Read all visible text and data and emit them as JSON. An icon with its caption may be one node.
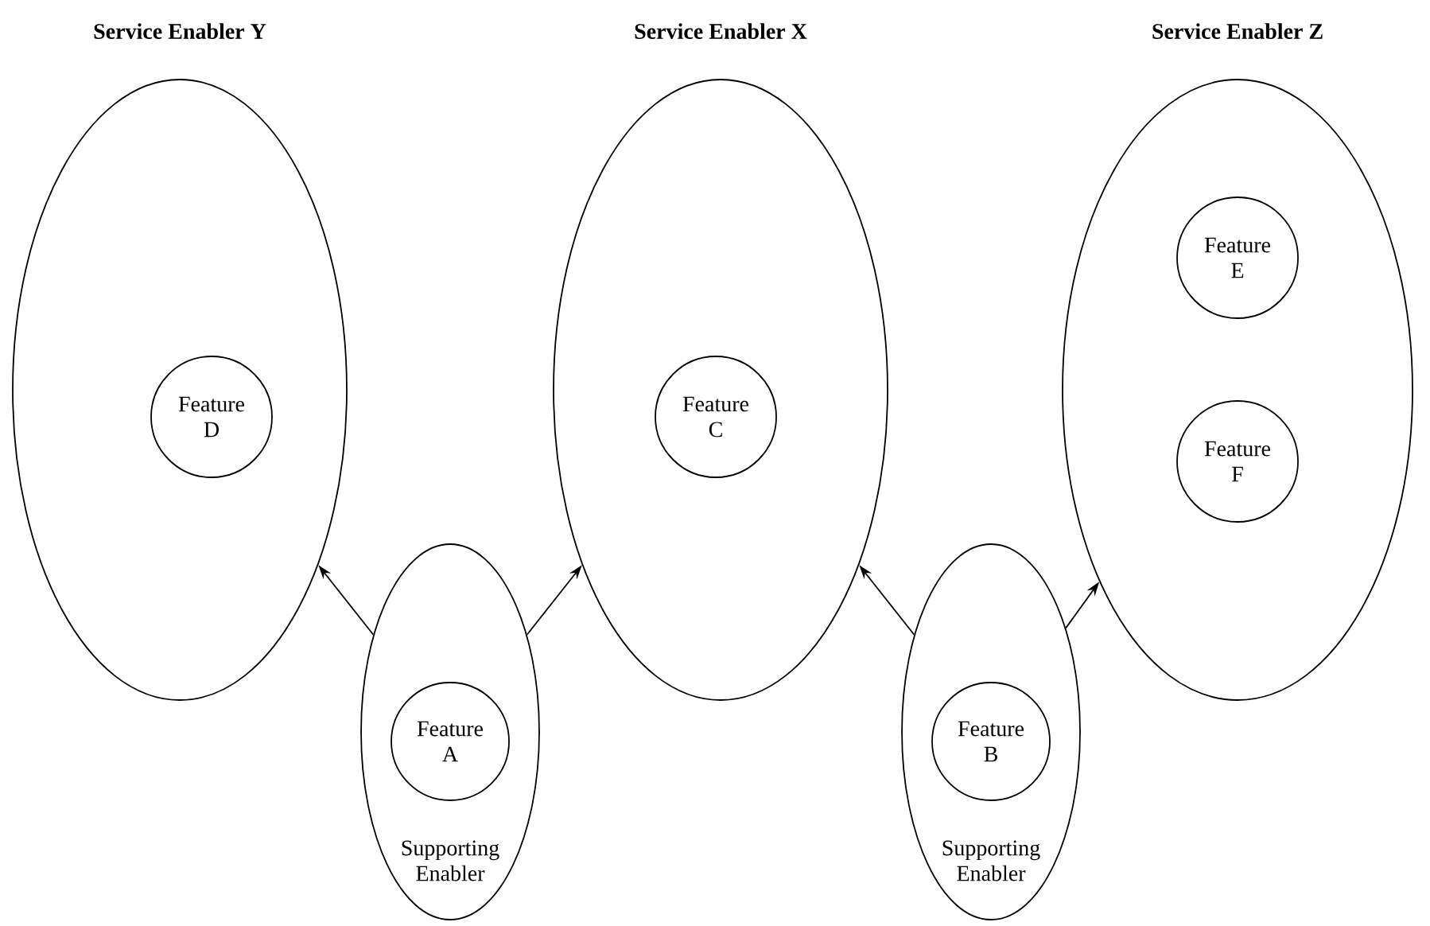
{
  "diagram": {
    "nodes": [
      {
        "text": [
          "Service Enabler Y"
        ]
      },
      {
        "text": [
          "Feature D"
        ],
        "in": 0
      },
      {
        "text": [
          "Service Enabler X"
        ]
      },
      {
        "text": [
          "Feature C"
        ],
        "in": 2
      },
      {
        "text": [
          "Service Enabler Z"
        ]
      },
      {
        "text": [
          "Feature E"
        ],
        "in": 4
      },
      {
        "text": [
          "Feature F"
        ],
        "in": 4
      },
      {
        "text": [
          "Supporting Enabler"
        ]
      },
      {
        "text": [
          "Feature A"
        ],
        "in": 7
      },
      {
        "text": [
          "Supporting Enabler"
        ]
      },
      {
        "text": [
          "Feature B"
        ],
        "in": 9
      }
    ],
    "edges": [
      {
        "from": 7,
        "to": 0,
        "arrow": "to"
      },
      {
        "from": 7,
        "to": 2,
        "arrow": "to"
      },
      {
        "from": 9,
        "to": 2,
        "arrow": "to"
      },
      {
        "from": 9,
        "to": 4,
        "arrow": "to"
      }
    ]
  }
}
